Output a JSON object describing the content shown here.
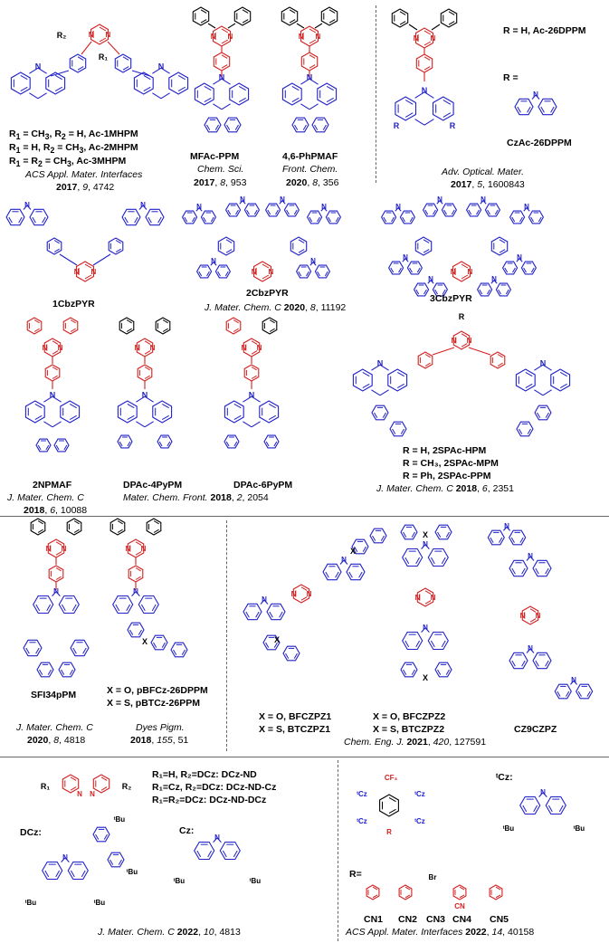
{
  "colors": {
    "donor": "#2020c8",
    "acceptor": "#d42020",
    "ink": "#000000"
  },
  "panels": [
    {
      "id": "p1",
      "lines": [
        {
          "parts": [
            {
              "t": "R",
              "s": "b"
            },
            {
              "t": "1",
              "s": "sub b"
            },
            {
              "t": " = CH",
              "s": "b"
            },
            {
              "t": "3",
              "s": "sub b"
            },
            {
              "t": ", R",
              "s": "b"
            },
            {
              "t": "2",
              "s": "sub b"
            },
            {
              "t": " = H, Ac-1MHPM",
              "s": "b"
            }
          ]
        },
        {
          "parts": [
            {
              "t": "R",
              "s": "b"
            },
            {
              "t": "1",
              "s": "sub b"
            },
            {
              "t": " = H, R",
              "s": "b"
            },
            {
              "t": "2",
              "s": "sub b"
            },
            {
              "t": " = CH",
              "s": "b"
            },
            {
              "t": "3",
              "s": "sub b"
            },
            {
              "t": ", Ac-2MHPM",
              "s": "b"
            }
          ]
        },
        {
          "parts": [
            {
              "t": "R",
              "s": "b"
            },
            {
              "t": "1",
              "s": "sub b"
            },
            {
              "t": " = R",
              "s": "b"
            },
            {
              "t": "2",
              "s": "sub b"
            },
            {
              "t": " = CH",
              "s": "b"
            },
            {
              "t": "3",
              "s": "sub b"
            },
            {
              "t": ", Ac-3MHPM",
              "s": "b"
            }
          ]
        }
      ],
      "journal": "ACS Appl. Mater. Interfaces",
      "ref": {
        "year": "2017",
        "vol": "9",
        "page": "4742"
      }
    },
    {
      "id": "p2",
      "compound": "MFAc-PPM",
      "journal": "Chem. Sci.",
      "ref": {
        "year": "2017",
        "vol": "8",
        "page": "953"
      }
    },
    {
      "id": "p3",
      "compound": "4,6-PhPMAF",
      "journal": "Front. Chem.",
      "ref": {
        "year": "2020",
        "vol": "8",
        "page": "356"
      }
    },
    {
      "id": "p4",
      "r_label_1": "R = H, Ac-26DPPM",
      "r_label_2": "R =",
      "compound": "CzAc-26DPPM",
      "journal": "Adv. Optical. Mater.",
      "ref": {
        "year": "2017",
        "vol": "5",
        "page": "1600843"
      }
    },
    {
      "id": "p5",
      "compounds": [
        "1CbzPYR",
        "2CbzPYR",
        "3CbzPYR"
      ],
      "journal": "J. Mater. Chem. C",
      "ref": {
        "year": "2020",
        "vol": "8",
        "page": "11192"
      }
    },
    {
      "id": "p6",
      "compound": "2NPMAF",
      "journal": "J. Mater. Chem. C",
      "ref": {
        "year": "2018",
        "vol": "6",
        "page": "10088"
      }
    },
    {
      "id": "p7",
      "compounds": [
        "DPAc-4PyPM",
        "DPAc-6PyPM"
      ],
      "journal": "Mater. Chem. Front.",
      "ref": {
        "year": "2018",
        "vol": "2",
        "page": "2054"
      }
    },
    {
      "id": "p8",
      "r_top": "R",
      "lines": [
        "R = H, 2SPAc-HPM",
        "R = CH₃, 2SPAc-MPM",
        "R = Ph, 2SPAc-PPM"
      ],
      "journal": "J. Mater. Chem. C",
      "ref": {
        "year": "2018",
        "vol": "6",
        "page": "2351"
      }
    },
    {
      "id": "p9",
      "compound": "SFI34pPM",
      "journal": "J. Mater. Chem. C",
      "ref": {
        "year": "2020",
        "vol": "8",
        "page": "4818"
      }
    },
    {
      "id": "p10",
      "lines": [
        "X = O, pBFCz-26DPPM",
        "X = S, pBTCz-26PPM"
      ],
      "journal": "Dyes Pigm.",
      "ref": {
        "year": "2018",
        "vol": "155",
        "page": "51"
      }
    },
    {
      "id": "p11",
      "lines_a": [
        "X = O, BFCZPZ1",
        "X = S, BTCZPZ1"
      ],
      "lines_b": [
        "X = O, BFCZPZ2",
        "X = S, BTCZPZ2"
      ],
      "compound_c": "CZ9CZPZ",
      "journal": "Chem. Eng. J.",
      "ref": {
        "year": "2021",
        "vol": "420",
        "page": "127591"
      }
    },
    {
      "id": "p12",
      "lines": [
        "R₁=H, R₂=DCz: DCz-ND",
        "R₁=Cz, R₂=DCz: DCz-ND-Cz",
        "R₁=R₂=DCz: DCz-ND-DCz"
      ],
      "dcz": "DCz:",
      "cz": "Cz:",
      "journal": "J. Mater. Chem. C",
      "ref": {
        "year": "2022",
        "vol": "10",
        "page": "4813"
      }
    },
    {
      "id": "p13",
      "tcz": "ᵗCz:",
      "r_eq": "R=",
      "cf3": "CF₃",
      "tcz_sub": "ᵗCz",
      "rgroup": "R",
      "compounds": [
        "CN1",
        "CN2",
        "CN3",
        "CN4",
        "CN5"
      ],
      "br": "Br",
      "cn": "CN",
      "journal": "ACS Appl. Mater. Interfaces",
      "ref": {
        "year": "2022",
        "vol": "14",
        "page": "40158"
      }
    }
  ],
  "atoms": {
    "N": "N",
    "R": "R",
    "R1": "R₁",
    "R2": "R₂",
    "X": "X",
    "tBu": "ᵗBu"
  }
}
